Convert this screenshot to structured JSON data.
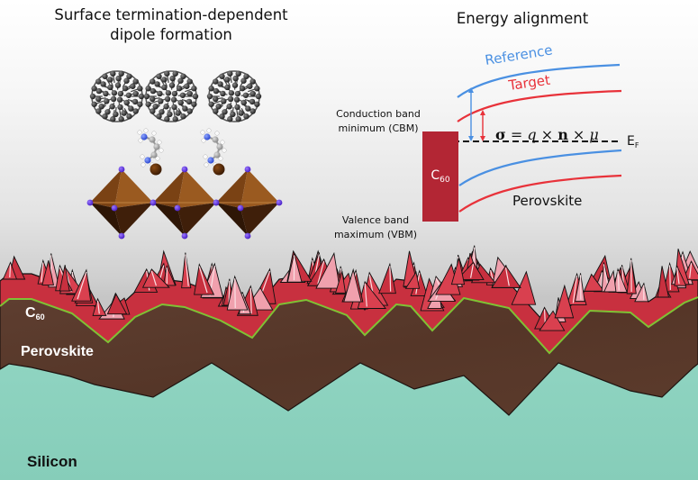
{
  "left_panel": {
    "title_line1": "Surface termination-dependent",
    "title_line2": "dipole formation",
    "molecular_model": {
      "c60_molecules": 3,
      "ligand_molecules": 2,
      "octahedra": 3,
      "colors": {
        "carbon": "#3a3a3a",
        "nitrogen": "#3b5be0",
        "hydrogen": "#ffffff",
        "octahedron": "#6b3a12",
        "halide": "#6a3ee0",
        "lead_ion": "#5a2c08"
      }
    }
  },
  "right_panel": {
    "title": "Energy alignment",
    "cbm_label_line1": "Conduction band",
    "cbm_label_line2": "minimum (CBM)",
    "vbm_label_line1": "Valence band",
    "vbm_label_line2": "maximum (VBM)",
    "c60_box": {
      "label_main": "C",
      "label_sub": "60",
      "color": "#b32634"
    },
    "reference_label": "Reference",
    "target_label": "Target",
    "equation": {
      "sigma": "σ",
      "eq": " = q × ",
      "n": "n",
      "tail": " × μ"
    },
    "fermi_label_main": "E",
    "fermi_label_sub": "F",
    "perovskite_label": "Perovskite",
    "colors": {
      "reference": "#4a90e2",
      "target": "#e8323a",
      "fermi": "#111111"
    }
  },
  "device_stack": {
    "c60_label_main": "C",
    "c60_label_sub": "60",
    "perovskite_label": "Perovskite",
    "silicon_label": "Silicon",
    "colors": {
      "c60": "#c8303f",
      "c60_highlight": "#f2a9b3",
      "interface": "#7fc234",
      "perovskite": "#5a3a2c",
      "silicon": "#8ed3c0"
    }
  }
}
